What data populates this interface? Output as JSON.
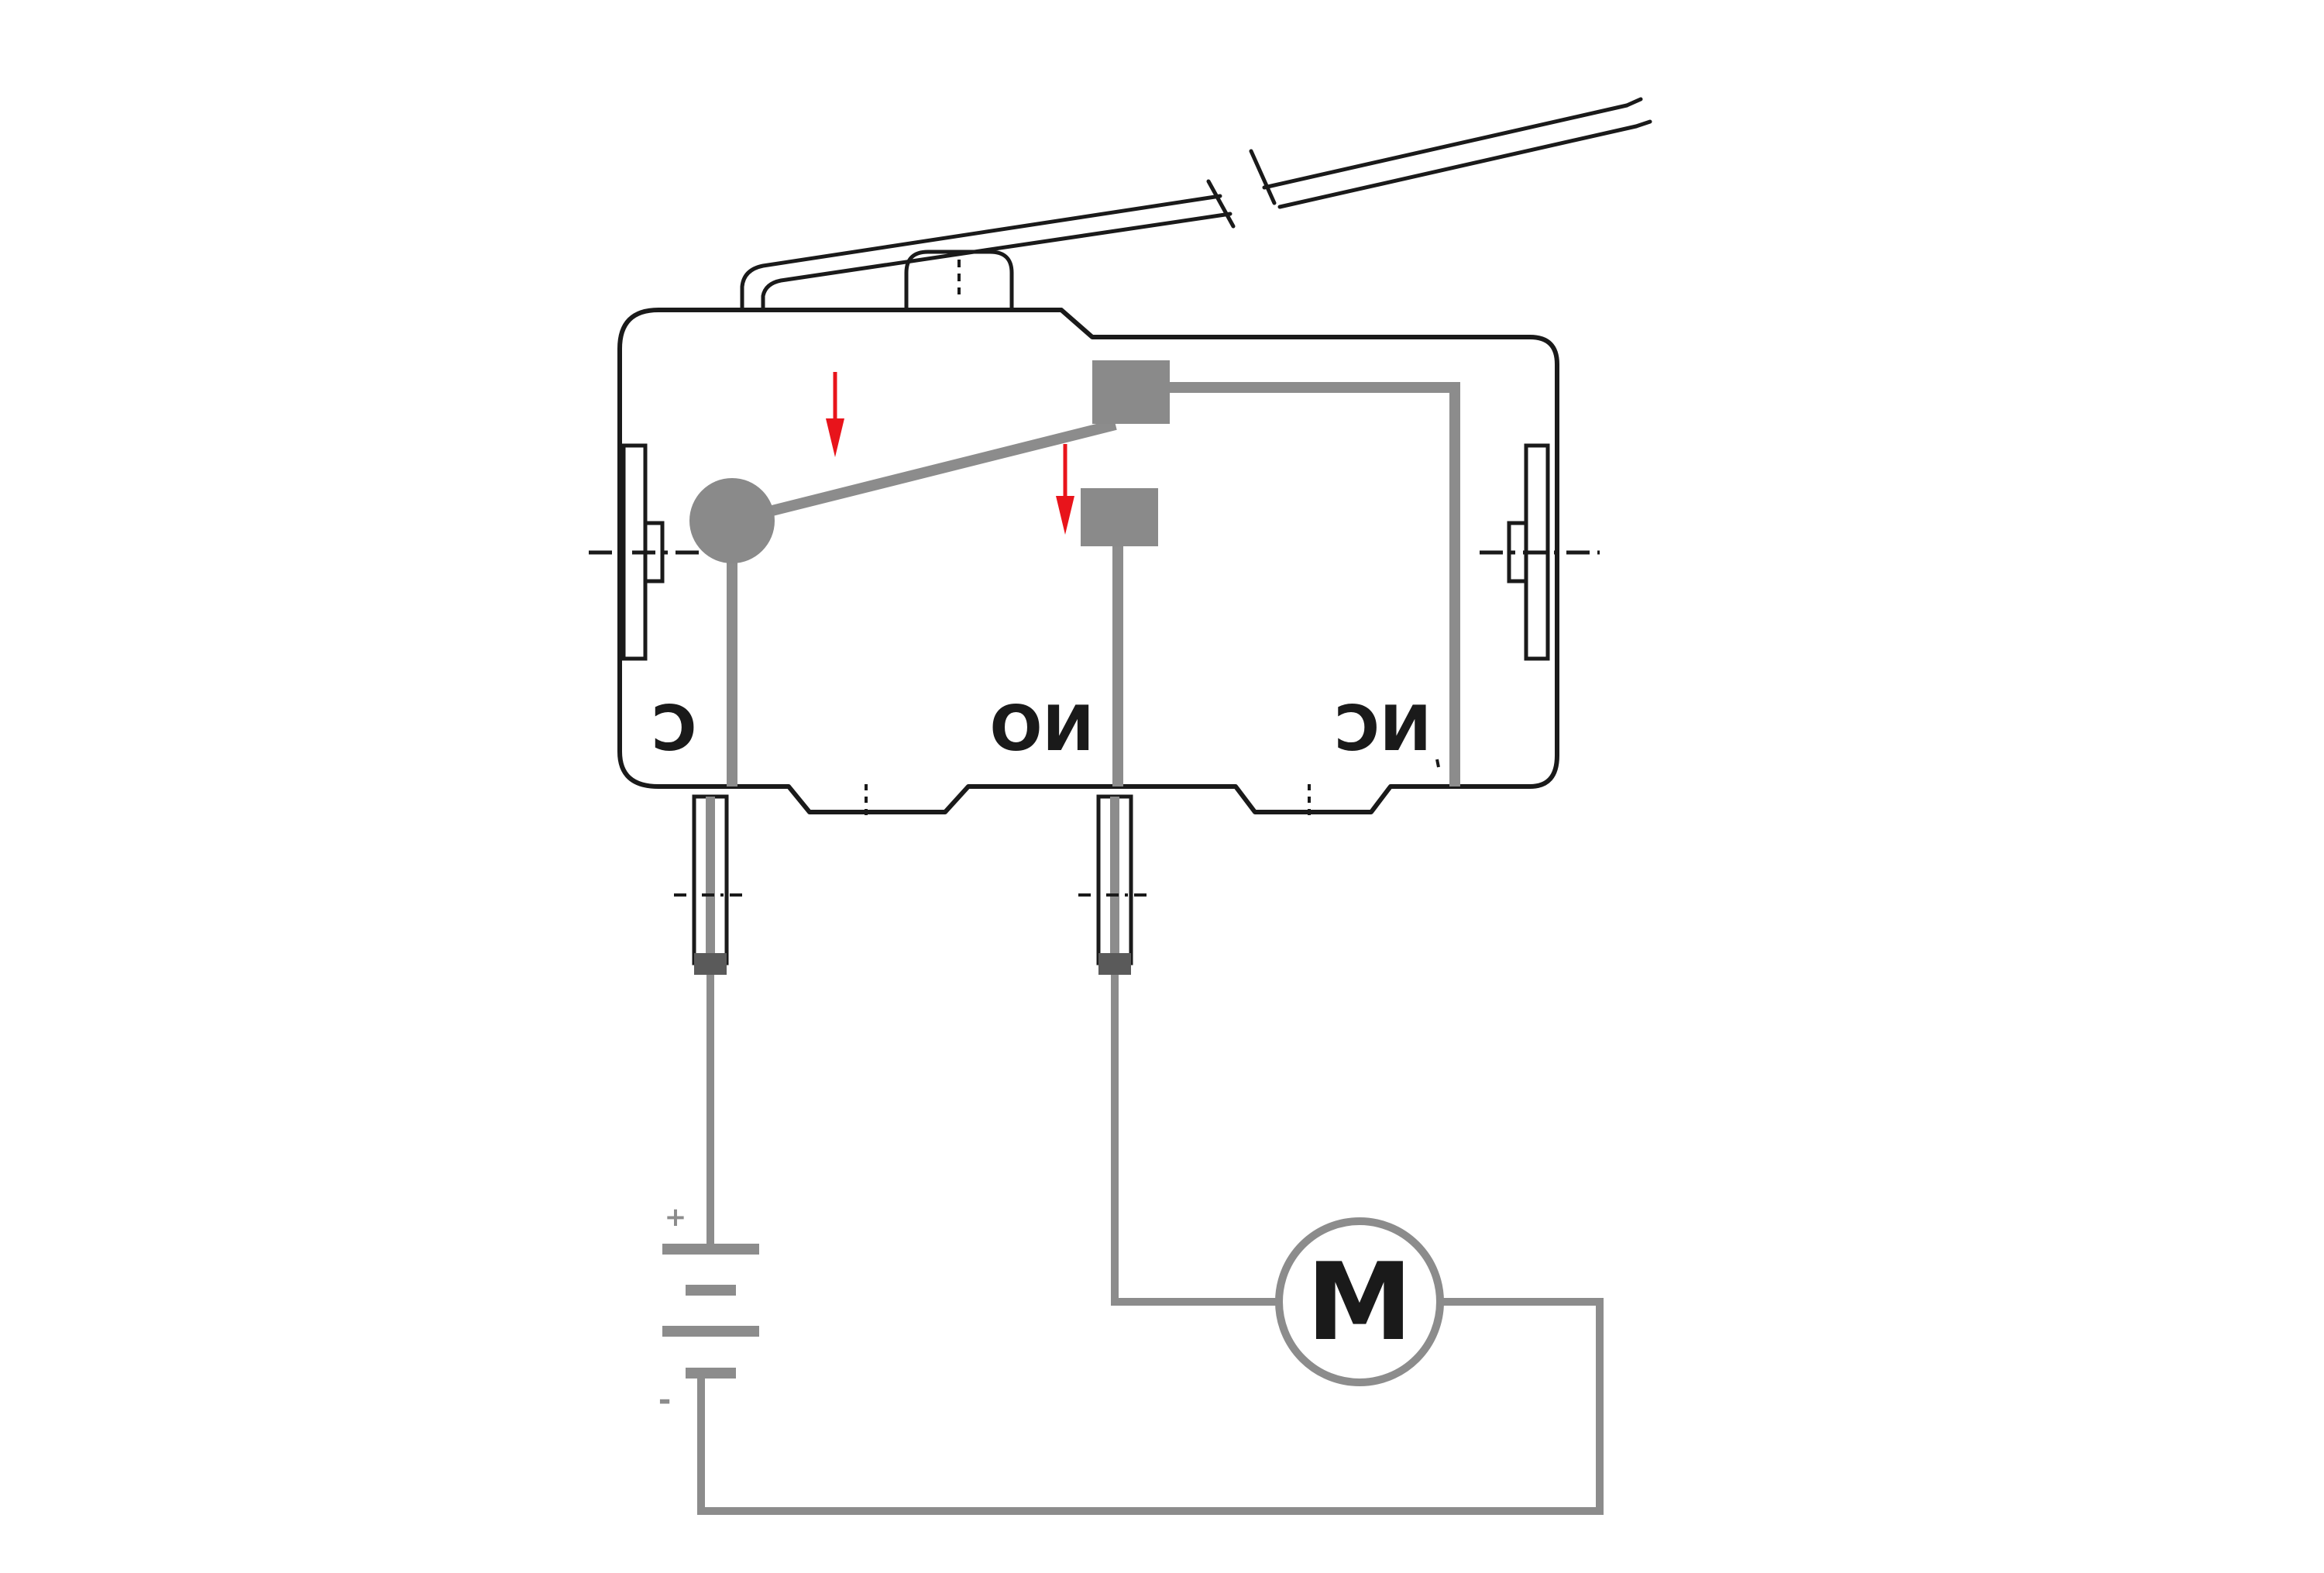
{
  "terminals": {
    "common": "C",
    "normally_open": "NO",
    "normally_closed": "NC"
  },
  "motor": {
    "label": "M"
  },
  "battery": {
    "positive": "+",
    "negative": "-"
  },
  "colors": {
    "outline": "#1a1a1a",
    "wire": "#8c8c8c",
    "contact": "#8a8a8a",
    "arrow": "#e8141b",
    "background": "#ffffff"
  }
}
